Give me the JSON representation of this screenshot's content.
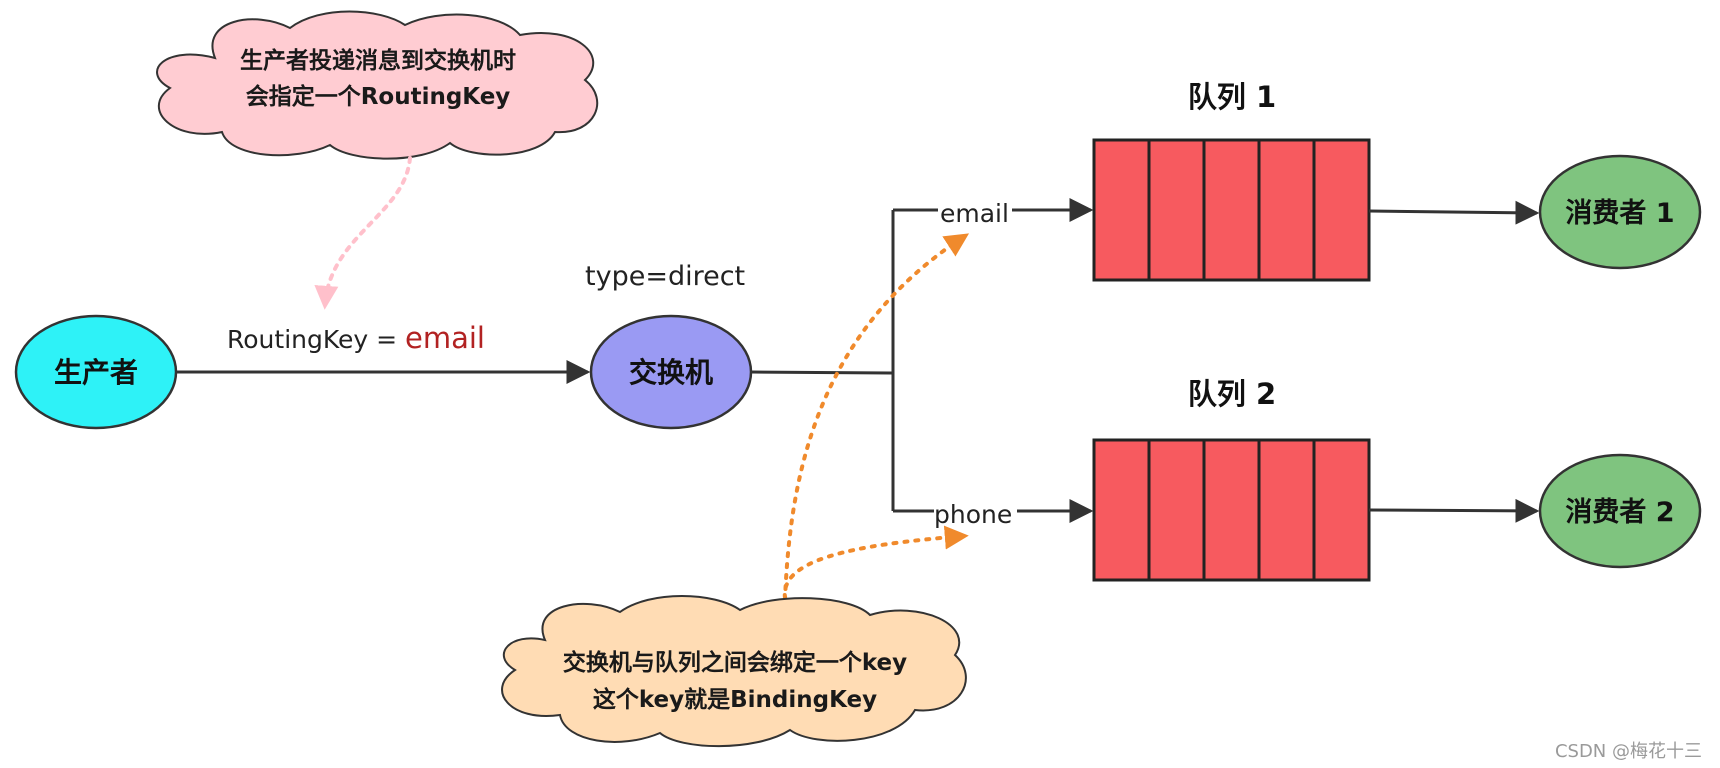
{
  "colors": {
    "producer_fill": "#2EF2F7",
    "exchange_fill": "#9A9AF3",
    "queue_fill": "#F75A5F",
    "consumer_fill": "#7FC47F",
    "cloud_top_fill": "#FFCCD2",
    "cloud_bottom_fill": "#FFDCB4",
    "routing_key_value": "#B22222",
    "orange_arrow": "#F08A2C",
    "pink_arrow": "#FFC0CB",
    "line": "#333333"
  },
  "nodes": {
    "producer": "生产者",
    "exchange": "交换机",
    "consumer1": "消费者 1",
    "consumer2": "消费者 2"
  },
  "queues": {
    "queue1_label": "队列 1",
    "queue2_label": "队列 2"
  },
  "exchange_type": "type=direct",
  "routing": {
    "prefix": "RoutingKey = ",
    "value": "email"
  },
  "bindings": {
    "email": "email",
    "phone": "phone"
  },
  "clouds": {
    "top_line1": "生产者投递消息到交换机时",
    "top_line2": "会指定一个RoutingKey",
    "bottom_line1": "交换机与队列之间会绑定一个key",
    "bottom_line2": "这个key就是BindingKey"
  },
  "watermark": "CSDN @梅花十三"
}
